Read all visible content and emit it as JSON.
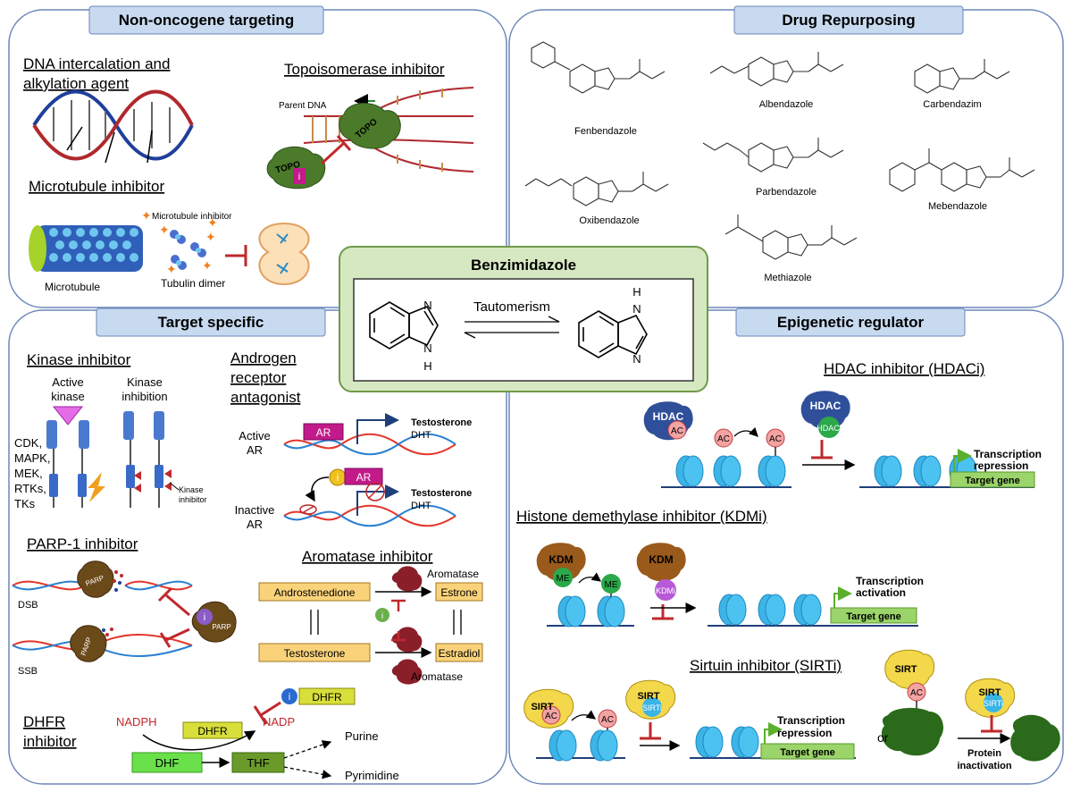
{
  "colors": {
    "panel_border": "#6b86b8",
    "header_fill": "#c7daf0",
    "center_fill": "#d6e8c2",
    "center_border": "#6f9a4b",
    "kdm_brown": "#9a5a1c",
    "sirt_yellow": "#f2d84a",
    "ac_red": "#f4a3a3",
    "nucleosome": "#3cb4e6",
    "target_green": "#9bd46a",
    "inhibit_red": "#c0282d",
    "box_orange": "#f9d27a",
    "aromatase_red": "#8a1f2a"
  },
  "panels": {
    "non_oncogene": {
      "header": "Non-oncogene targeting",
      "dna_title_1": "DNA intercalation and",
      "dna_title_2": "alkylation agent",
      "topo_title": "Topoisomerase inhibitor",
      "parent_dna": "Parent DNA",
      "topo": "TOPO",
      "topo_i": "i",
      "micro_title": "Microtubule inhibitor",
      "micro_inhibitor": "Microtubule inhibitor",
      "microtubule": "Microtubule",
      "tubulin_dimer": "Tubulin dimer"
    },
    "drug_repurposing": {
      "header": "Drug Repurposing",
      "drugs": [
        "Fenbendazole",
        "Albendazole",
        "Carbendazim",
        "Parbendazole",
        "Oxibendazole",
        "Mebendazole",
        "Methiazole"
      ]
    },
    "center": {
      "title": "Benzimidazole",
      "tautomerism": "Tautomerism",
      "n": "N",
      "h": "H"
    },
    "target_specific": {
      "header": "Target specific",
      "kinase_title": "Kinase inhibitor",
      "active_kinase_1": "Active",
      "active_kinase_2": "kinase",
      "kinase_inhibition_1": "Kinase",
      "kinase_inhibition_2": "inhibition",
      "kinase_list": [
        "CDK,",
        "MAPK,",
        "MEK,",
        "RTKs,",
        "TKs"
      ],
      "kinase_inhibitor_1": "Kinase",
      "kinase_inhibitor_2": "inhibitor",
      "ar_title_1": "Androgen",
      "ar_title_2": "receptor",
      "ar_title_3": "antagonist",
      "active_ar_1": "Active",
      "active_ar_2": "AR",
      "inactive_ar_1": "Inactive",
      "inactive_ar_2": "AR",
      "ar": "AR",
      "testosterone": "Testosterone",
      "dht": "DHT",
      "parp_title": "PARP-1 inhibitor",
      "parp": "PARP",
      "dsb": "DSB",
      "ssb": "SSB",
      "aromatase_title": "Aromatase inhibitor",
      "aromatase": "Aromatase",
      "androstenedione": "Androstenedione",
      "estrone": "Estrone",
      "testosterone_box": "Testosterone",
      "estradiol": "Estradiol",
      "dhfr_title_1": "DHFR",
      "dhfr_title_2": "inhibitor",
      "nadph": "NADPH",
      "nadp": "NADP",
      "dhfr": "DHFR",
      "dhf": "DHF",
      "thf": "THF",
      "purine": "Purine",
      "pyrimidine": "Pyrimidine"
    },
    "epigenetic": {
      "header": "Epigenetic regulator",
      "hdac_title": "HDAC inhibitor (HDACi)",
      "hdac": "HDAC",
      "hdaci": "HDACi",
      "ac": "AC",
      "transcription": "Transcription",
      "repression": "repression",
      "activation": "activation",
      "target_gene": "Target gene",
      "kdm_title": "Histone demethylase inhibitor (KDMi)",
      "kdm": "KDM",
      "kdmi": "KDMi",
      "me": "ME",
      "sirt_title": "Sirtuin inhibitor (SIRTi)",
      "sirt": "SIRT",
      "sirti": "SIRTi",
      "or": "or",
      "protein": "Protein",
      "inactivation": "inactivation"
    }
  }
}
